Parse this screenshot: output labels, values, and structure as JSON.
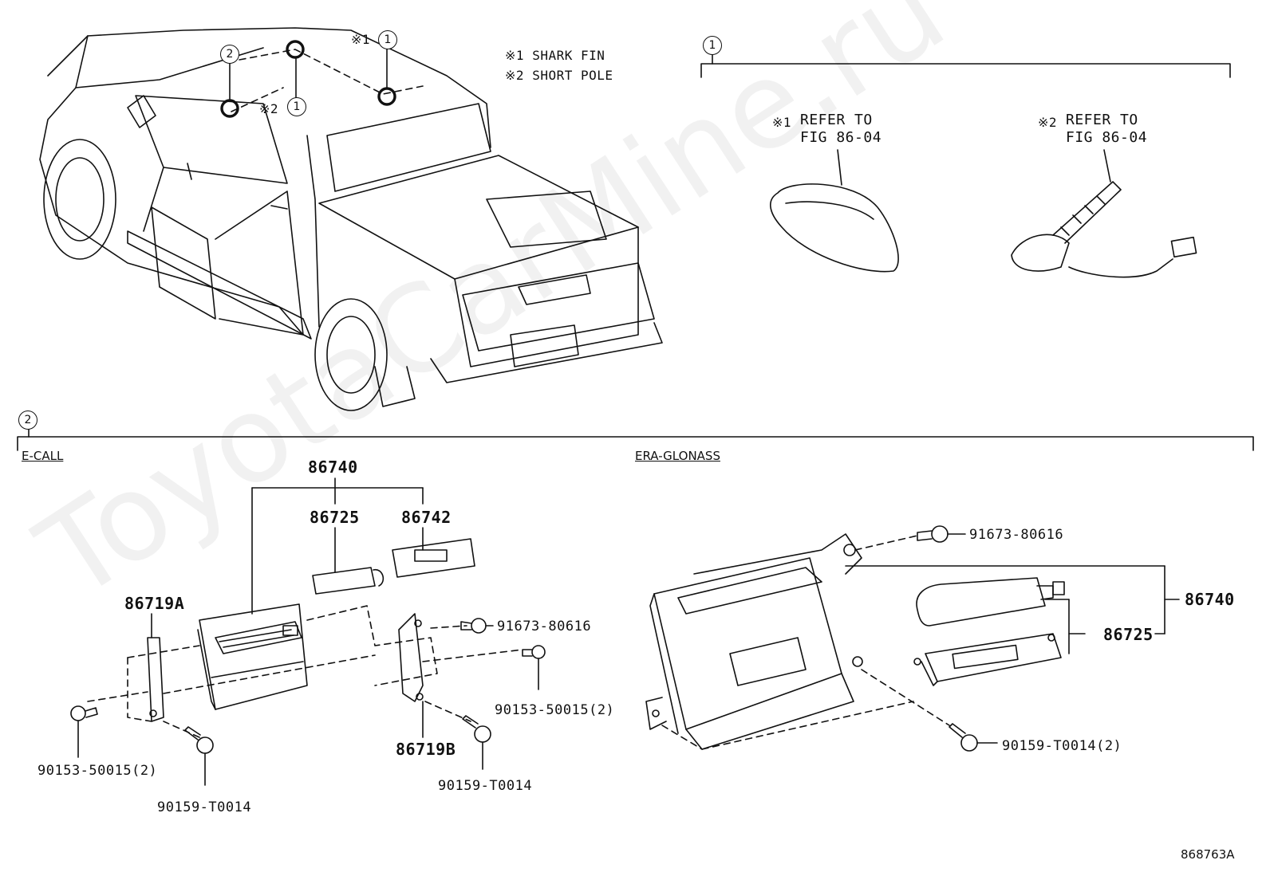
{
  "legend": {
    "note1_mark": "※1",
    "note1_text": "SHARK FIN",
    "note2_mark": "※2",
    "note2_text": "SHORT POLE"
  },
  "callouts": {
    "c1": "1",
    "c2": "2",
    "mark1": "※1",
    "mark2": "※2"
  },
  "section1": {
    "label": "1",
    "left": {
      "mark": "※1",
      "line1": "REFER TO",
      "line2": "FIG 86-04"
    },
    "right": {
      "mark": "※2",
      "line1": "REFER TO",
      "line2": "FIG 86-04"
    }
  },
  "section2": {
    "label": "2",
    "ecall_title": "E-CALL",
    "era_title": "ERA-GLONASS"
  },
  "parts_ecall": {
    "p86740": "86740",
    "p86725": "86725",
    "p86742": "86742",
    "p86719A": "86719A",
    "p86719B": "86719B",
    "p91673": "91673-80616",
    "p90153_right": "90153-50015(2)",
    "p90153_left": "90153-50015(2)",
    "p90159_left": "90159-T0014",
    "p90159_right": "90159-T0014"
  },
  "parts_era": {
    "p91673": "91673-80616",
    "p86740": "86740",
    "p86725": "86725",
    "p90159": "90159-T0014(2)"
  },
  "watermark": "ToyotaCarMine.ru",
  "figure_code": "868763A"
}
